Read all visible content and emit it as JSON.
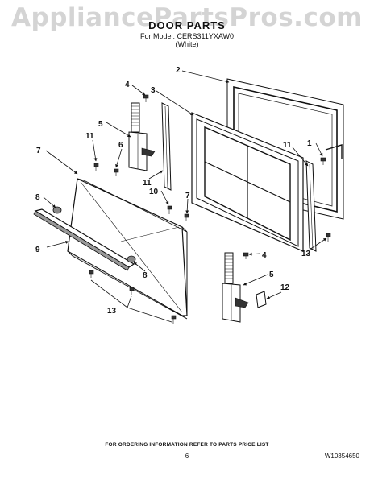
{
  "watermark": "AppliancePartsPros.com",
  "header": {
    "title": "DOOR PARTS",
    "model_line": "For Model: CERS311YXAW0",
    "color_line": "(White)"
  },
  "callouts": [
    "1",
    "2",
    "3",
    "4",
    "5",
    "5",
    "4",
    "6",
    "7",
    "7",
    "8",
    "8",
    "9",
    "10",
    "11",
    "11",
    "11",
    "12",
    "13",
    "13"
  ],
  "footer": {
    "note": "FOR ORDERING INFORMATION REFER TO PARTS PRICE LIST",
    "page_number": "6",
    "doc_id": "W10354650"
  }
}
